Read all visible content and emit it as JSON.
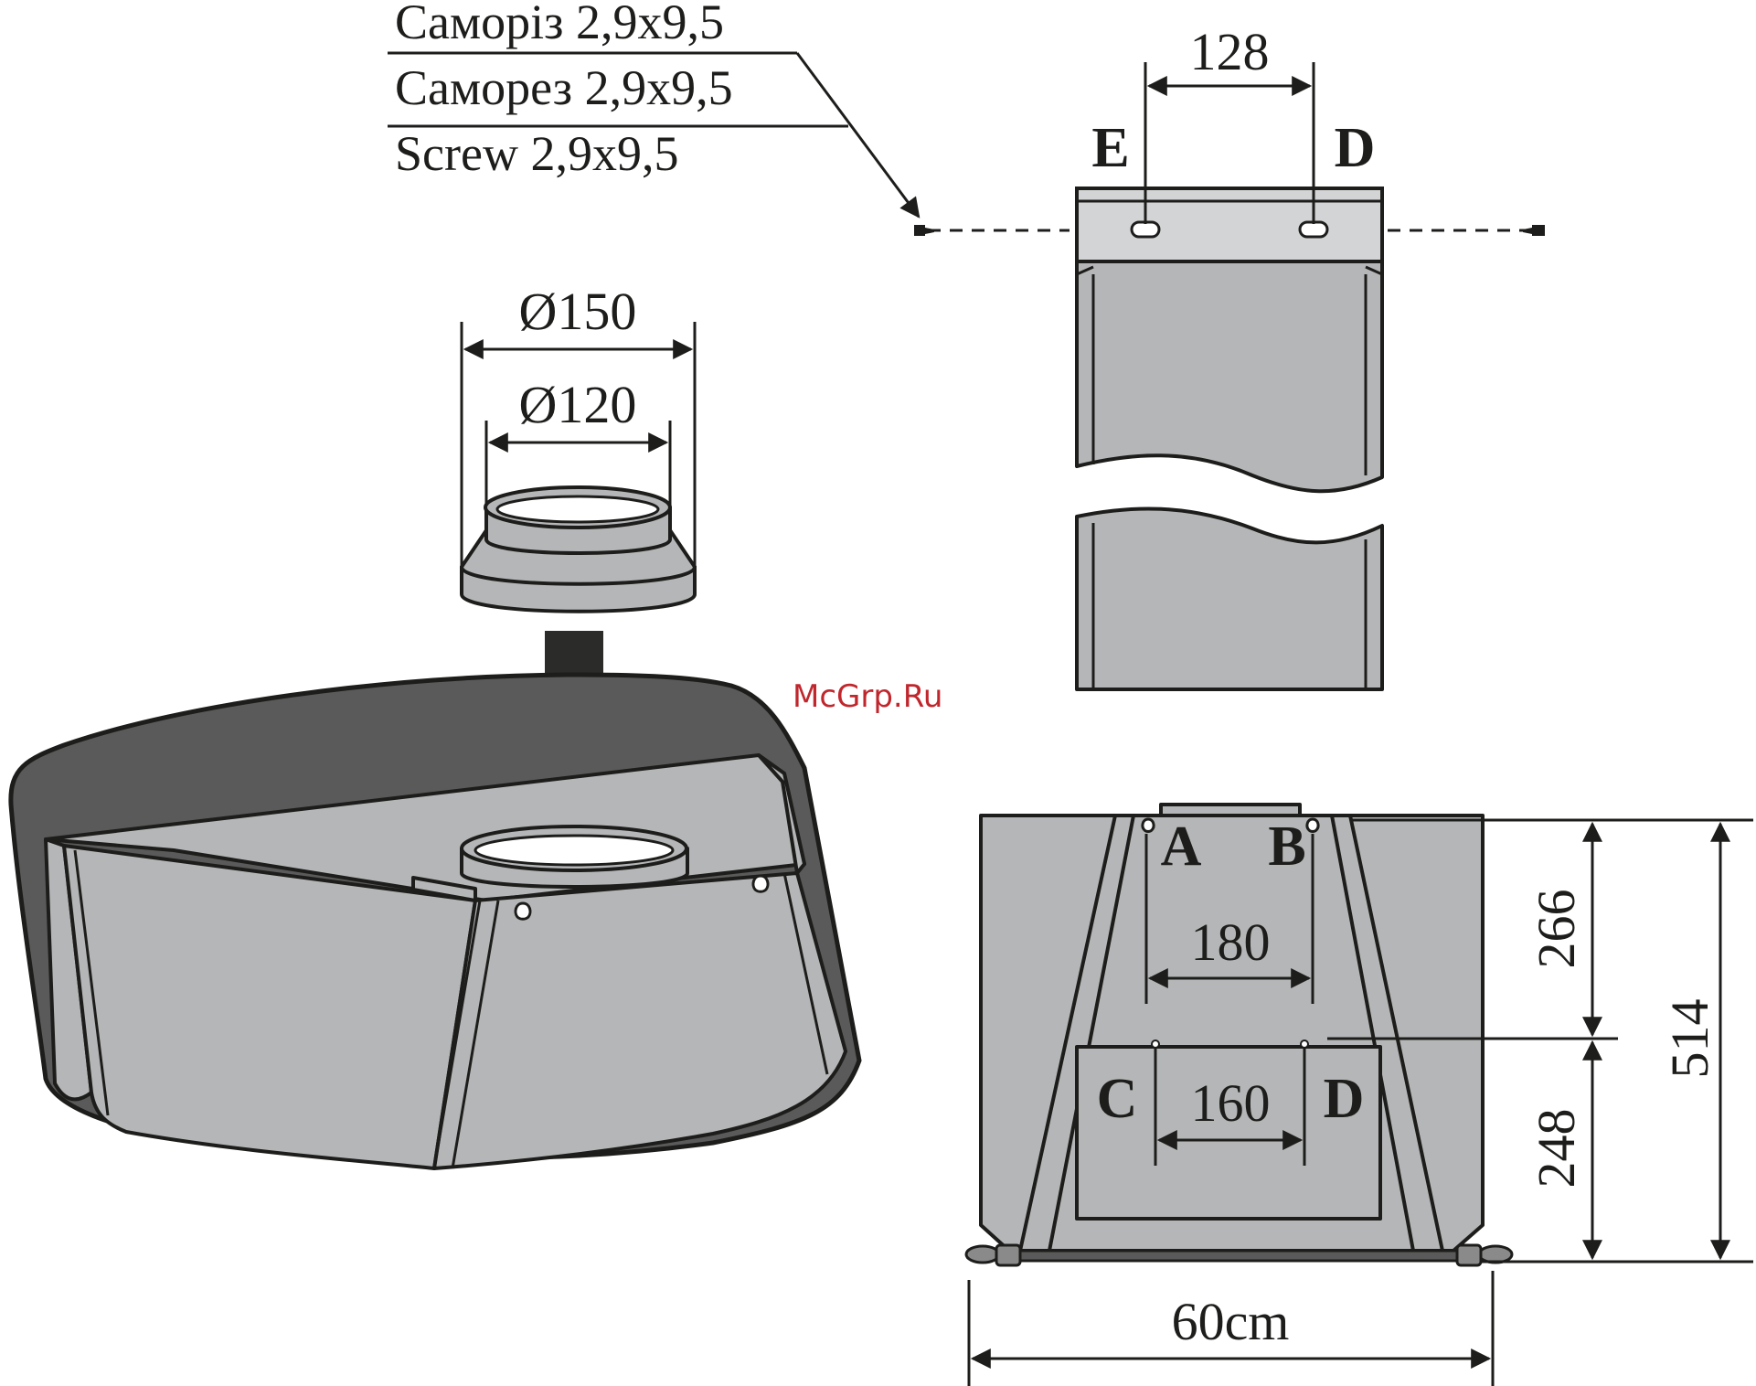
{
  "screw_labels": {
    "ua": "Саморіз 2,9x9,5",
    "ru": "Саморез 2,9x9,5",
    "en": "Screw 2,9x9,5"
  },
  "chimney": {
    "width_dim": "128",
    "hole_left": "E",
    "hole_right": "D"
  },
  "adapter": {
    "outer_diameter": "Ø150",
    "inner_diameter": "Ø120"
  },
  "watermark": "McGrp.Ru",
  "front_view": {
    "hole_a": "A",
    "hole_b": "B",
    "hole_c": "C",
    "hole_d": "D",
    "dim_ab": "180",
    "dim_cd": "160",
    "dim_upper": "266",
    "dim_lower": "248",
    "dim_total": "514",
    "dim_width": "60cm"
  },
  "colors": {
    "body_gray": "#b5b6b7",
    "strip_gray": "#d3d4d5",
    "dark_outline": "#5a5a5a",
    "arrow": "#2b2b2a",
    "watermark": "#c0272d"
  }
}
